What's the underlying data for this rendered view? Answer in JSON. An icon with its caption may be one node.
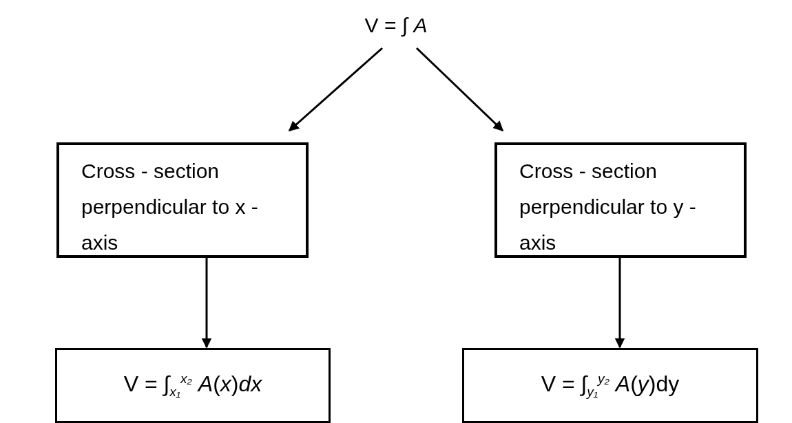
{
  "diagram": {
    "nodes": [
      {
        "text": [
          "V = ∫ *A*"
        ]
      },
      {
        "text": [
          "Cross - section perpendicular to x - axis"
        ]
      },
      {
        "text": [
          "Cross - section perpendicular to y - axis"
        ]
      },
      {
        "text": [
          "V = ∫$_{x₁}$$^{x₂}$ *A*(*x*)*dx*"
        ]
      },
      {
        "text": [
          "V = ∫$_{y₁}$$^{y₂}$ *A*(*y*)dy"
        ]
      }
    ],
    "edges": [
      {
        "from": 0,
        "to": 1,
        "arrow": "to"
      },
      {
        "from": 0,
        "to": 2,
        "arrow": "to"
      },
      {
        "from": 1,
        "to": 3,
        "arrow": "to"
      },
      {
        "from": 2,
        "to": 4,
        "arrow": "to"
      }
    ]
  }
}
